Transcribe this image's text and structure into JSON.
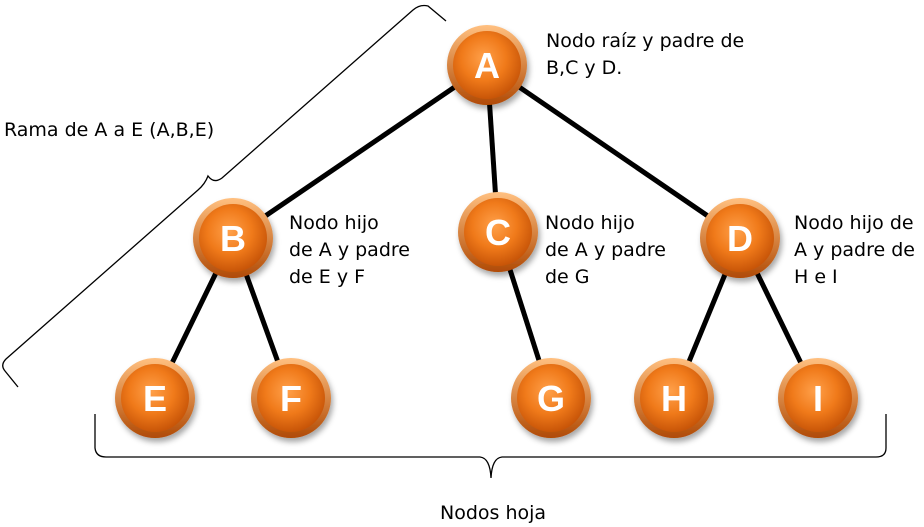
{
  "nodes": [
    {
      "id": "A",
      "label": "A"
    },
    {
      "id": "B",
      "label": "B"
    },
    {
      "id": "C",
      "label": "C"
    },
    {
      "id": "D",
      "label": "D"
    },
    {
      "id": "E",
      "label": "E"
    },
    {
      "id": "F",
      "label": "F"
    },
    {
      "id": "G",
      "label": "G"
    },
    {
      "id": "H",
      "label": "H"
    },
    {
      "id": "I",
      "label": "I"
    }
  ],
  "edges": [
    [
      "A",
      "B"
    ],
    [
      "A",
      "C"
    ],
    [
      "A",
      "D"
    ],
    [
      "B",
      "E"
    ],
    [
      "B",
      "F"
    ],
    [
      "C",
      "G"
    ],
    [
      "D",
      "H"
    ],
    [
      "D",
      "I"
    ]
  ],
  "annotations": {
    "root": {
      "line1": "Nodo raíz y padre de",
      "line2": "B,C y D."
    },
    "b": {
      "line1": "Nodo hijo",
      "line2": "de A y padre",
      "line3": "de E y F"
    },
    "c": {
      "line1": "Nodo hijo",
      "line2": "de A y padre",
      "line3": "de G"
    },
    "d": {
      "line1": "Nodo hijo de",
      "line2": "A y padre de",
      "line3": "H e I"
    },
    "branch": "Rama de A a E (A,B,E)",
    "leaves": "Nodos hoja"
  },
  "colors": {
    "node_fill": "#f07a1a",
    "node_dark": "#c85508",
    "node_light": "#ffb060",
    "edge": "#000000"
  }
}
